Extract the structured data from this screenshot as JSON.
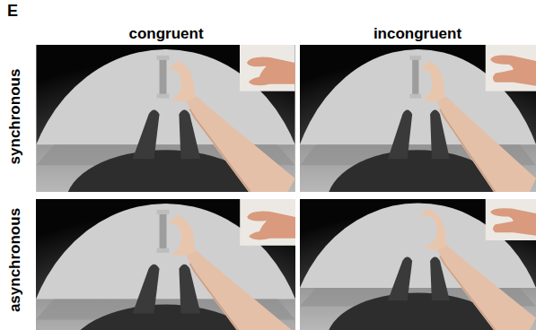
{
  "diagram": {
    "labels": [
      "E",
      "congruent",
      "incongruent",
      "synchronous",
      "asynchronous"
    ]
  }
}
